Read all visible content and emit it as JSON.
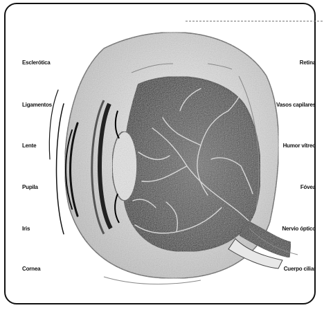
{
  "labels_left": [
    "Esclerótica",
    "Ligamentos",
    "Lente",
    "Pupila",
    "Iris",
    "Cornea"
  ],
  "labels_right": [
    "Retina",
    "Vasos capilares",
    "Humor vítreo",
    "Fóvea",
    "Nervio óptico",
    "Cuerpo ciliar"
  ],
  "colors": {
    "ink": "#111111",
    "fundus": "#3a3a3a",
    "vessel": "#d8d8d8"
  }
}
